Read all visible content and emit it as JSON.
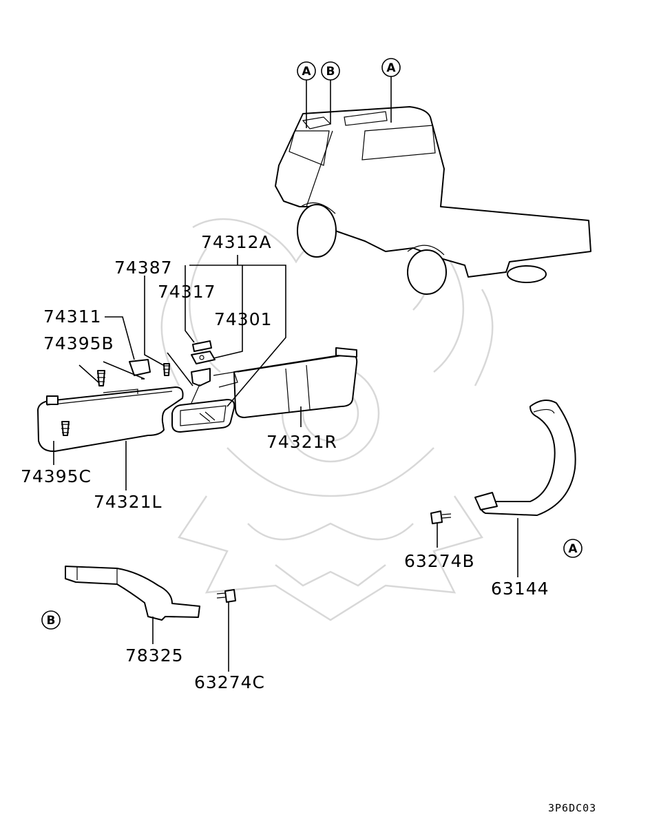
{
  "diagram": {
    "parts": {
      "p74312A": "74312A",
      "p74387": "74387",
      "p74317": "74317",
      "p74301": "74301",
      "p74311": "74311",
      "p74395B": "74395B",
      "p74395C": "74395C",
      "p74321L": "74321L",
      "p74321R": "74321R",
      "p63274B": "63274B",
      "p63144": "63144",
      "p78325": "78325",
      "p63274C": "63274C"
    },
    "callouts": {
      "a1": "A",
      "b1": "B",
      "a2": "A",
      "a_detail": "A",
      "b_detail": "B"
    },
    "diagram_code": "3P6DC03"
  }
}
